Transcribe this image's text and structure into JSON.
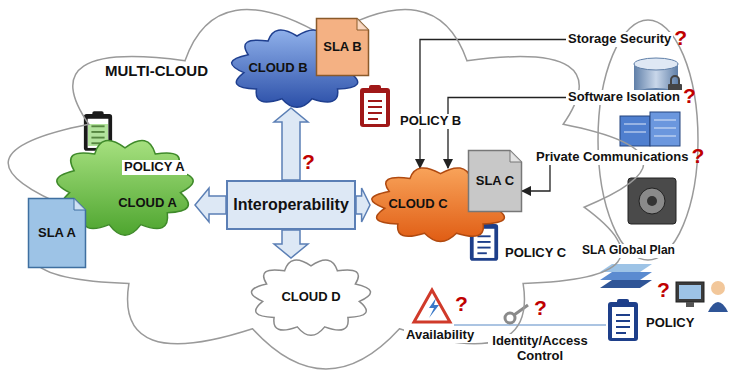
{
  "diagram": {
    "nodes": [
      {
        "text": [
          "MULTI-CLOUD"
        ]
      },
      {
        "text": [
          "CLOUD B"
        ],
        "in": 0
      },
      {
        "text": [
          "SLA B"
        ],
        "in": 0
      },
      {
        "text": [
          "CLOUD A"
        ],
        "in": 0
      },
      {
        "text": [
          "SLA A"
        ],
        "in": 0
      },
      {
        "text": [
          "Interoperability"
        ],
        "in": 0
      },
      {
        "text": [
          "CLOUD C"
        ],
        "in": 0
      },
      {
        "text": [
          "SLA C"
        ],
        "in": 0
      },
      {
        "text": [
          "CLOUD D"
        ],
        "in": 0
      },
      {
        "text": [
          "Storage Security"
        ]
      },
      {
        "text": [
          "Software Isolation"
        ]
      },
      {
        "text": [
          "Private Communications"
        ]
      }
    ],
    "edges": [
      {
        "from": 5,
        "to": 3,
        "arrow": "to"
      },
      {
        "from": 5,
        "to": 1,
        "arrow": "to"
      },
      {
        "from": 5,
        "to": 6,
        "arrow": "to"
      },
      {
        "from": 5,
        "to": 8,
        "arrow": "to"
      },
      {
        "from": 9,
        "to": 6,
        "arrow": "to"
      },
      {
        "from": 10,
        "to": 6,
        "arrow": "to"
      },
      {
        "from": 11,
        "to": 7,
        "arrow": "to"
      }
    ],
    "labels": [
      "POLICY B",
      "POLICY A",
      "?",
      "POLICY C",
      "?",
      "?",
      "?",
      "SLA Global Plan",
      "?",
      "POLICY",
      "Availability",
      "?",
      "Identity/Access Control",
      "?"
    ]
  }
}
